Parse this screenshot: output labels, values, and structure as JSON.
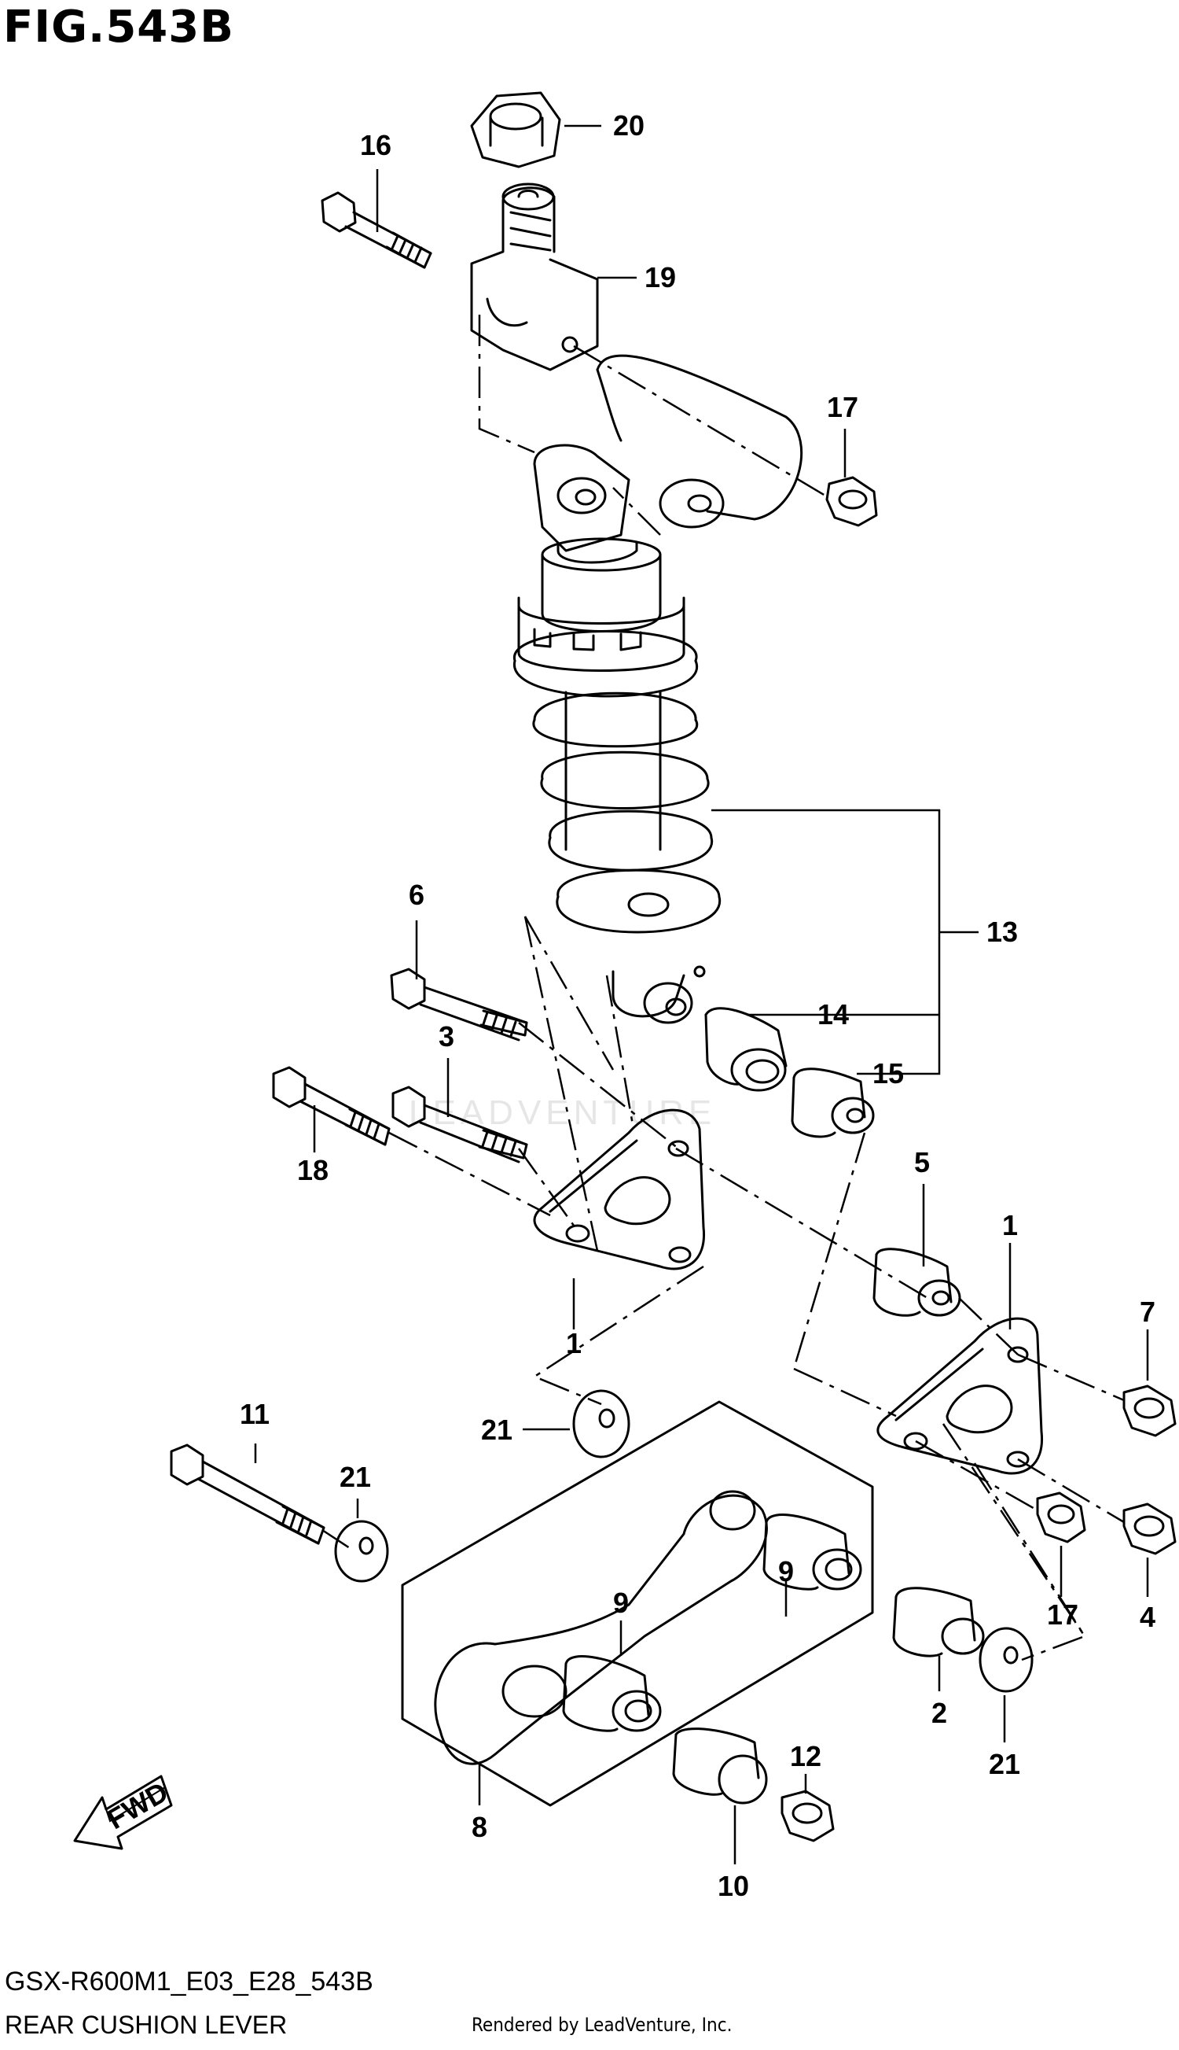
{
  "figure": {
    "title": "FIG.543B",
    "model_code": "GSX-R600M1_E03_E28_543B",
    "caption": "REAR CUSHION LEVER",
    "credit": "Rendered by LeadVenture, Inc.",
    "watermark": "LEADVENTURE",
    "fwd_label": "FWD"
  },
  "callouts": {
    "c1a": "1",
    "c1b": "1",
    "c2": "2",
    "c3": "3",
    "c4": "4",
    "c5": "5",
    "c6": "6",
    "c7": "7",
    "c8": "8",
    "c9a": "9",
    "c9b": "9",
    "c10": "10",
    "c11": "11",
    "c12": "12",
    "c13": "13",
    "c14": "14",
    "c15": "15",
    "c16": "16",
    "c17a": "17",
    "c17b": "17",
    "c18": "18",
    "c19": "19",
    "c20": "20",
    "c21a": "21",
    "c21b": "21",
    "c21c": "21"
  },
  "colors": {
    "ink": "#000000",
    "paper": "#ffffff",
    "watermark": "#e6e6e6"
  }
}
